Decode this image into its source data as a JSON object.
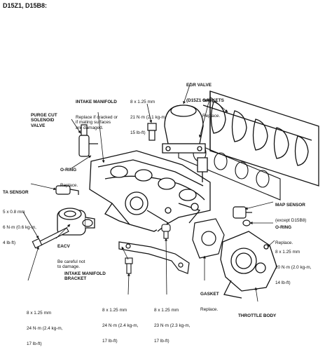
{
  "header": "D15Z1, D15B8:",
  "labels": {
    "intake_manifold": {
      "title": "INTAKE MANIFOLD",
      "note": "Replace if cracked or\nif mating surfaces\nare damaged."
    },
    "bolt_top": {
      "line1": "8 x 1.25 mm",
      "line2": "21 N·m (2.1 kg-m,",
      "line3": "15 lb-ft)"
    },
    "egr_valve": {
      "title": "EGR VALVE",
      "note": "(D15Z1 only)"
    },
    "gaskets": {
      "title": "GASKETS",
      "note": "Replace."
    },
    "purge_cut": {
      "title": "PURGE CUT\nSOLENOID\nVALVE"
    },
    "o_ring_left": {
      "title": "O-RING",
      "note": "Replace."
    },
    "ta_sensor": {
      "title": "TA SENSOR"
    },
    "bolt_left": {
      "line1": "5 x 0.8 mm",
      "line2": "6 N·m (0.6 kg-m,",
      "line3": "4 lb-ft)"
    },
    "eacv": {
      "title": "EACV",
      "note": "Be careful not\nto damage."
    },
    "bracket": {
      "title": "INTAKE MANIFOLD\nBRACKET"
    },
    "bolt_bottom_left": {
      "line1": "8 x 1.25 mm",
      "line2": "24 N·m (2.4 kg-m,",
      "line3": "17 lb-ft)"
    },
    "bolt_bottom_mid1": {
      "line1": "8 x 1.25 mm",
      "line2": "24 N·m (2.4 kg-m,",
      "line3": "17 lb-ft)"
    },
    "bolt_bottom_mid2": {
      "line1": "8 x 1.25 mm",
      "line2": "23 N·m (2.3 kg-m,",
      "line3": "17 lb-ft)"
    },
    "map_sensor": {
      "title": "MAP SENSOR",
      "note": "(except D15B8)"
    },
    "o_ring_right": {
      "title": "O-RING",
      "note": "Replace."
    },
    "bolt_right": {
      "line1": "8 x 1.25 mm",
      "line2": "20 N·m (2.0 kg-m,",
      "line3": "14 lb-ft)"
    },
    "gasket": {
      "title": "GASKET",
      "note": "Replace."
    },
    "throttle_body": {
      "title": "THROTTLE BODY"
    }
  }
}
